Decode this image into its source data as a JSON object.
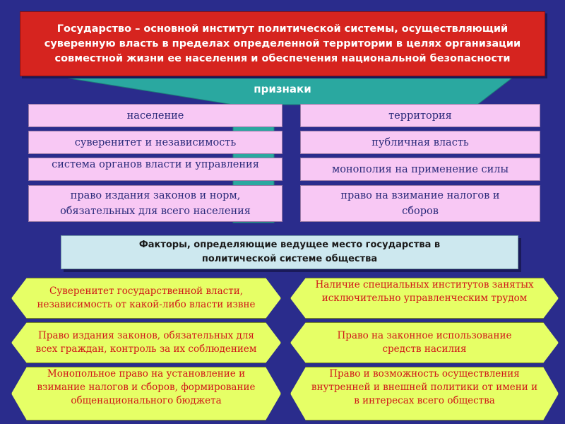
{
  "title": "Государство – основной институт политической системы, осуществляющий суверенную власть в пределах определенной территории в целях организации совместной жизни ее населения и обеспечения национальной безопасности",
  "signs": {
    "header": "признаки",
    "left": [
      "население",
      "суверенитет и независимость",
      "система органов власти и управления",
      "право издания законов и норм, обязательных для всего населения"
    ],
    "right": [
      "территория",
      "публичная власть",
      "монополия на применение силы",
      "право на взимание налогов и сборов"
    ]
  },
  "factors": {
    "header": "Факторы, определяющие ведущее место государства в политической системе общества",
    "left": [
      "Суверенитет государственной власти, независимость от какой-либо власти извне",
      "Право издания законов, обязательных для всех граждан, контроль за их соблюдением",
      "Монопольное право на установление и взимание налогов и сборов, формирование общенационального бюджета"
    ],
    "right": [
      "Наличие специальных институтов занятых исключительно управленческим трудом",
      "Право на законное использование средств насилия",
      "Право и возможность осуществления внутренней и внешней политики от имени и в интересах всего общества"
    ]
  },
  "colors": {
    "background": "#2a2c8c",
    "title_bg": "#d6241f",
    "funnel": "#2aa8a0",
    "sign_box": "#f8c8f4",
    "factor_header": "#cde8ef",
    "factor_box": "#e6ff66",
    "factor_text": "#d01818"
  }
}
